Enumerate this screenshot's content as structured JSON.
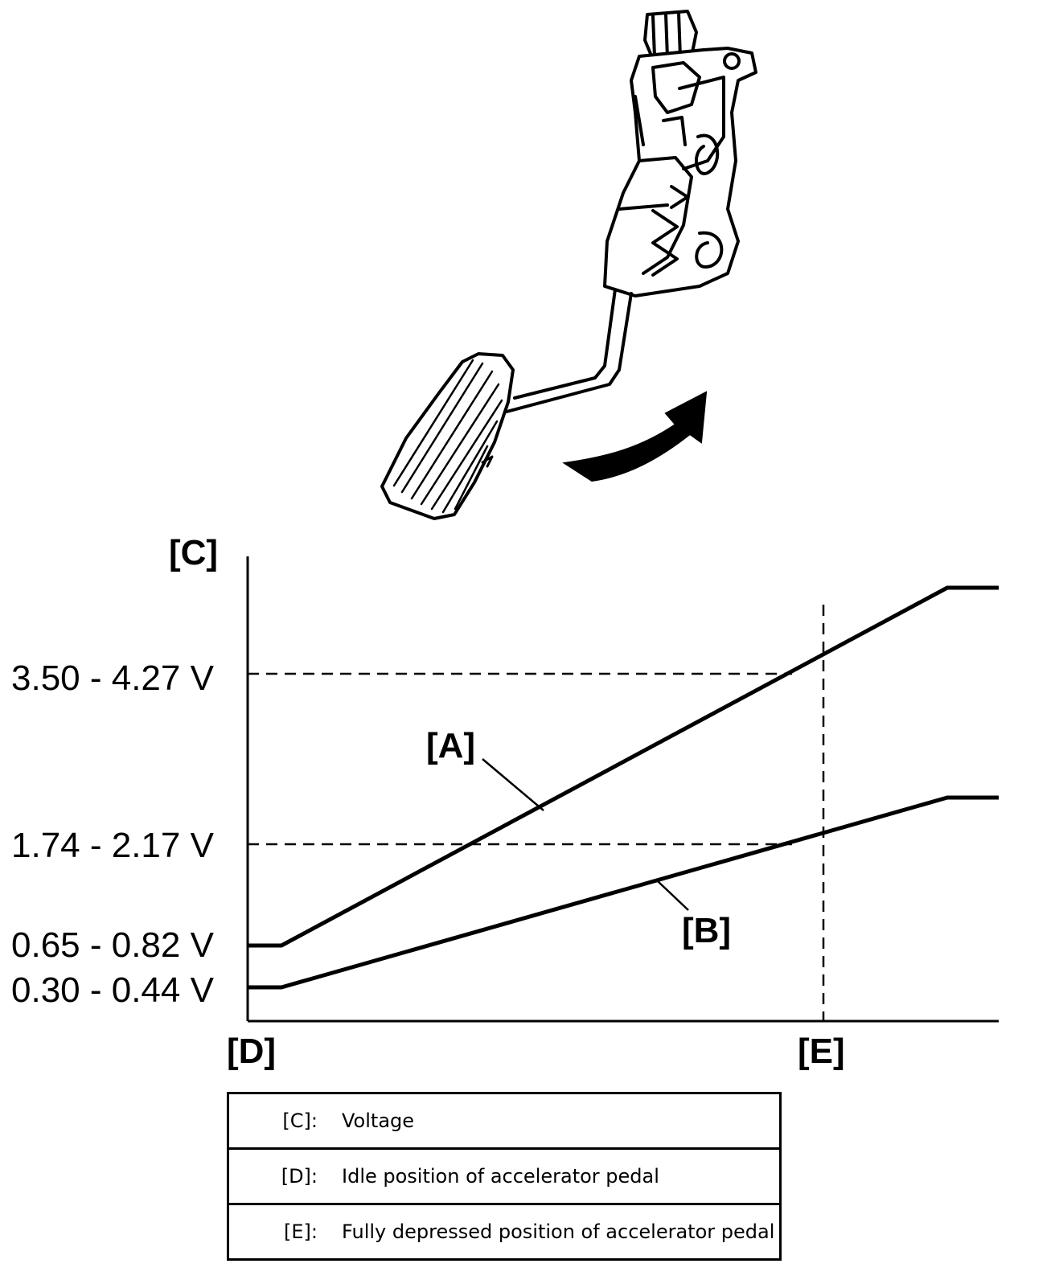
{
  "diagram": {
    "axis_y_label": "[C]",
    "axis_x_start_label": "[D]",
    "axis_x_end_label": "[E]",
    "line_a_label": "[A]",
    "line_b_label": "[B]",
    "voltage_labels": {
      "v1": "3.50 - 4.27 V",
      "v2": "1.74 - 2.17 V",
      "v3": "0.65 - 0.82 V",
      "v4": "0.30 - 0.44 V"
    },
    "illustration": "accelerator-pedal-assembly-icon",
    "arrow": "pedal-depress-arrow-icon"
  },
  "legend": {
    "rows": [
      {
        "key": "[C]:",
        "text": "Voltage"
      },
      {
        "key": "[D]:",
        "text": "Idle position of accelerator pedal"
      },
      {
        "key": "[E]:",
        "text": "Fully depressed position of accelerator pedal"
      }
    ]
  },
  "colors": {
    "ink": "#000000",
    "background": "#ffffff"
  }
}
